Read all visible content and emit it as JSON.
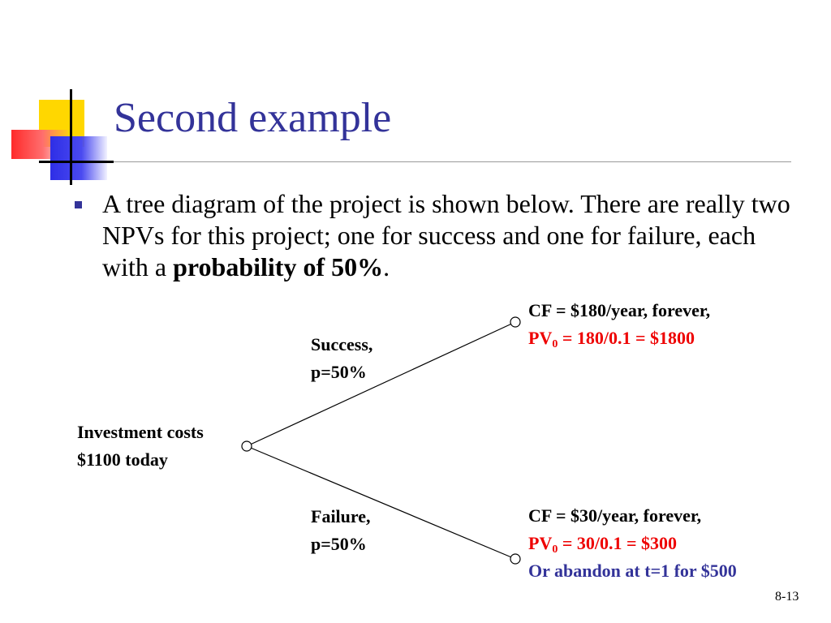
{
  "title": "Second example",
  "bullet": {
    "text_plain": "A tree diagram of the project is shown below.  There are really two NPVs for this project; one for success and one for failure, each with a ",
    "text_bold": "probability of 50%",
    "text_end": "."
  },
  "tree": {
    "root": {
      "line1": "Investment costs",
      "line2": "$1100 today"
    },
    "success_branch": {
      "line1": "Success,",
      "line2": "p=50%"
    },
    "failure_branch": {
      "line1": "Failure,",
      "line2": "p=50%"
    },
    "success_outcome": {
      "cf": "CF = $180/year, forever,",
      "pv_prefix": "PV",
      "pv_sub": "0",
      "pv_rest": " = 180/0.1 = $1800"
    },
    "failure_outcome": {
      "cf": "CF = $30/year, forever,",
      "pv_prefix": "PV",
      "pv_sub": "0",
      "pv_rest": " = 30/0.1 = $300",
      "abandon": "Or abandon at t=1 for $500"
    }
  },
  "colors": {
    "title": "#333399",
    "pv": "#ee0000",
    "abandon": "#333399"
  },
  "slide_number": "8-13"
}
